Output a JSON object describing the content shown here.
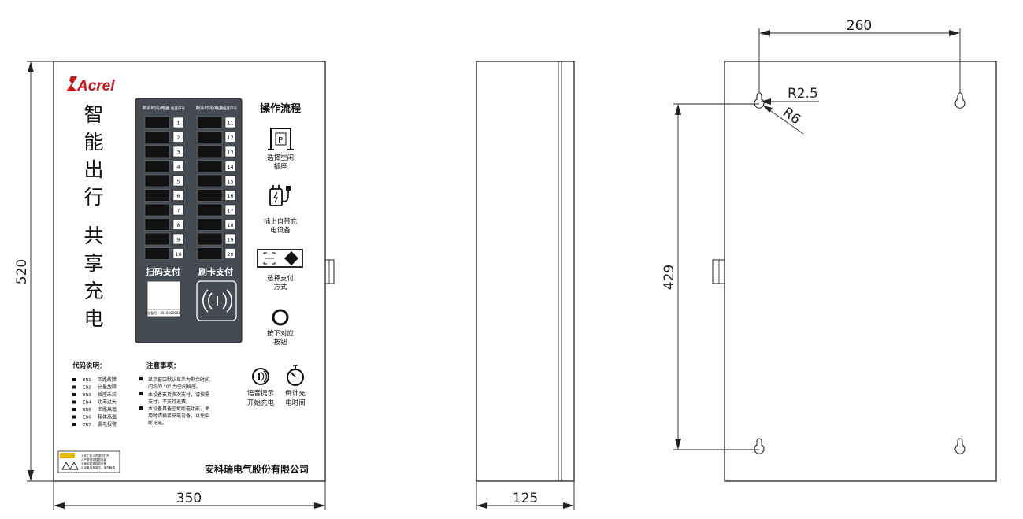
{
  "dimensions": {
    "front_height": "520",
    "front_width": "350",
    "side_width": "125",
    "back_hole_spacing": "260",
    "back_vertical": "429",
    "radius_small": "R2.5",
    "radius_large": "R6"
  },
  "panel": {
    "brand": "Acrel",
    "title_chars": [
      "智",
      "能",
      "出",
      "行",
      "共",
      "享",
      "充",
      "电"
    ],
    "col_header_time": "剩余时间/电量",
    "col_header_num": "插座序号",
    "sockets_left": [
      "1",
      "2",
      "3",
      "4",
      "5",
      "6",
      "7",
      "8",
      "9",
      "10"
    ],
    "sockets_right": [
      "11",
      "12",
      "13",
      "14",
      "15",
      "16",
      "17",
      "18",
      "19",
      "20"
    ],
    "scan_pay": "扫码支付",
    "card_pay": "刷卡支付",
    "device_id": "设备号：3010000001",
    "company": "安科瑞电气股份有限公司"
  },
  "process": {
    "title": "操作流程",
    "step1": [
      "选择空闲",
      "插座"
    ],
    "step2": [
      "插上自带充",
      "电设备"
    ],
    "step3": [
      "选择支付",
      "方式"
    ],
    "step4": [
      "按下对应",
      "按钮"
    ],
    "step5": [
      "语音提示",
      "开始充电"
    ],
    "step6": [
      "倒计充",
      "电时间"
    ]
  },
  "codes": {
    "title": "代码说明：",
    "items": [
      {
        "code": "ER1",
        "desc": "回路故障"
      },
      {
        "code": "ER2",
        "desc": "计量故障"
      },
      {
        "code": "ER3",
        "desc": "插座未装"
      },
      {
        "code": "ER4",
        "desc": "功率过大"
      },
      {
        "code": "ER5",
        "desc": "回路高温"
      },
      {
        "code": "ER6",
        "desc": "箱体高温"
      },
      {
        "code": "ER7",
        "desc": "漏电报警"
      }
    ]
  },
  "notes": {
    "title": "注意事项：",
    "lines": [
      [
        "显示窗口默认显示为剩余时间,",
        "闪烁的 \"0\" 为空闲插座。"
      ],
      [
        "本设备支持多次支付，请按需",
        "支付，不支持退费。"
      ],
      [
        "本设备具备空载断电功能，使",
        "用时请插紧充电设备，以免中",
        "断充电。"
      ]
    ]
  },
  "warning_label": {
    "lines": [
      "1 非工作人员请勿打开",
      "2 严禁带电插拔电缆",
      "3 使用前请检查设备",
      "4 设备内有高压，请勿触摸"
    ]
  }
}
